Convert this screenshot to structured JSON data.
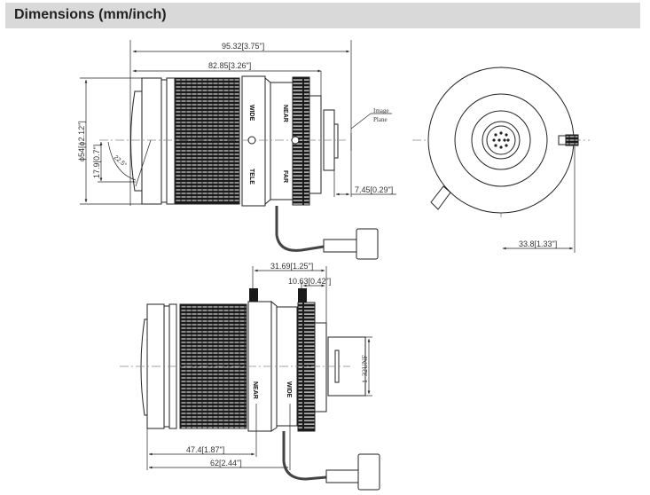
{
  "header": {
    "title": "Dimensions (mm/inch)"
  },
  "side_view": {
    "overall_length": "95.32[3.75\"]",
    "body_length": "82.85[3.26\"]",
    "diameter": "ϕ54[ϕ2.12\"]",
    "half_height": "17.9[0.7\"]",
    "angle": "22.5°",
    "back_focus": "7.45[0.29\"]",
    "image_plane_line1": "Image",
    "image_plane_line2": "Plane",
    "ring_labels": {
      "wide": "WIDE",
      "tele": "TELE",
      "near": "NEAR",
      "far": "FAR"
    }
  },
  "front_view": {
    "offset": "33.8[1.33\"]"
  },
  "top_view": {
    "screw_distance": "31.69[1.25\"]",
    "rear_screw": "10.63[0.42\"]",
    "mount_thread": "1–32UNF",
    "near_distance": "47.4[1.87\"]",
    "wide_distance": "62[2.44\"]",
    "ring_labels": {
      "near": "NEAR",
      "wide": "WIDE"
    }
  }
}
